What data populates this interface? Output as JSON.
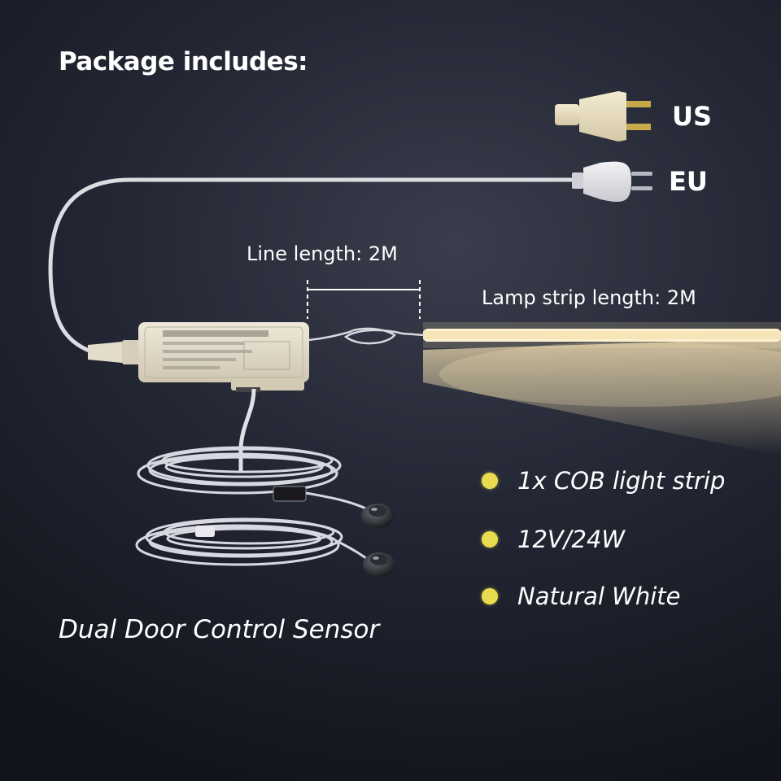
{
  "title": "Package includes:",
  "plugs": {
    "us_label": "US",
    "eu_label": "EU"
  },
  "dimensions": {
    "line_length": "Line length: 2M",
    "strip_length": "Lamp strip length: 2M"
  },
  "features": [
    "1x COB light strip",
    "12V/24W",
    "Natural White"
  ],
  "sensor_caption": "Dual Door Control Sensor",
  "colors": {
    "strip_glow": "#f7e6b8",
    "bullet": "#e8dc4e",
    "cable": "#d8d8e0",
    "driver_box": "#e4dccb"
  }
}
